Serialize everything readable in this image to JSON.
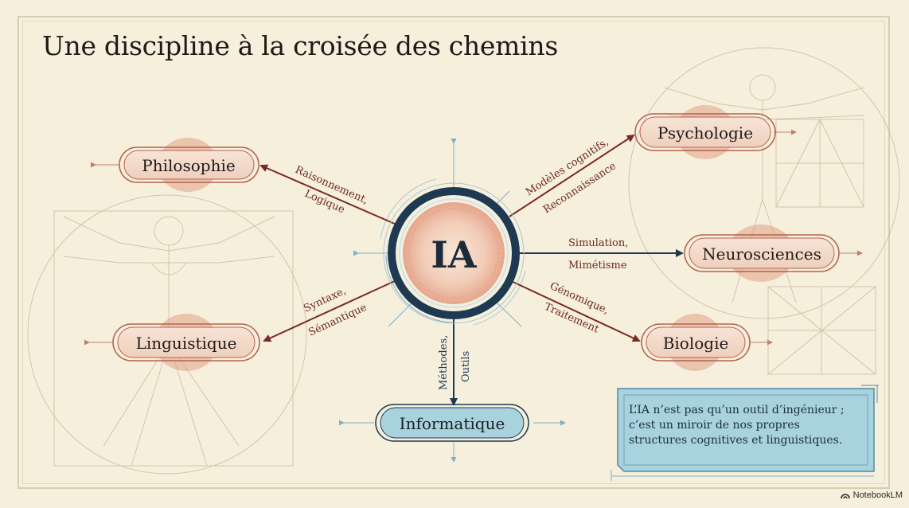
{
  "title": "Une discipline à la croisée des chemins",
  "center": {
    "label": "IA"
  },
  "nodes": {
    "philosophie": "Philosophie",
    "linguistique": "Linguistique",
    "informatique": "Informatique",
    "psychologie": "Psychologie",
    "neurosciences": "Neurosciences",
    "biologie": "Biologie"
  },
  "edges": {
    "philosophie": [
      "Raisonnement,",
      "Logique"
    ],
    "linguistique": [
      "Syntaxe,",
      "Sémantique"
    ],
    "informatique": [
      "Méthodes,",
      "Outils"
    ],
    "psychologie": [
      "Modèles cognitifs,",
      "Reconnaissance"
    ],
    "neurosciences": [
      "Simulation,",
      "Mimétisme"
    ],
    "biologie": [
      "Génomique,",
      "Traitement"
    ]
  },
  "quote": {
    "lines": [
      "L’IA n’est pas qu’un outil d’ingénieur ;",
      "c’est un miroir de nos propres",
      "structures cognitives et linguistiques."
    ]
  },
  "brand": {
    "label": "NotebookLM",
    "icon": "notebooklm-logo-icon"
  },
  "colors": {
    "background": "#f6efdc",
    "navy": "#1d3a52",
    "maroon": "#7a2a22",
    "node_fill": "#f2d9c8",
    "node_accent": "#d9806a",
    "teal": "#a9d2df",
    "blueprint": "#7fb1c6"
  }
}
